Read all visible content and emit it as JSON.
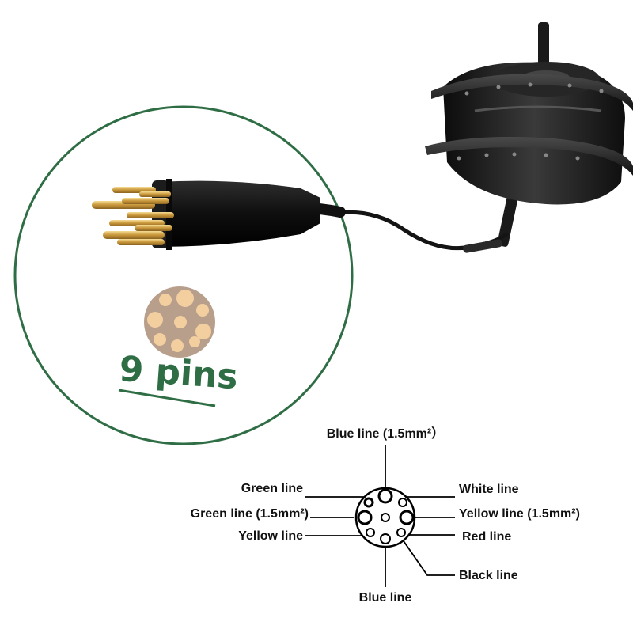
{
  "caption": {
    "text": "9 pins",
    "color": "#2f6e45"
  },
  "colors": {
    "circle_border": "#2f6e45",
    "pin_gold": "#d9b25a",
    "pin_face": "#f3cfa0",
    "pin_plate": "#b89f8c",
    "motor_body": "#1a1a1a",
    "cable": "#141414"
  },
  "icons": {
    "motor": "hub-motor-icon",
    "connector": "9-pin-connector-icon",
    "pin_face": "pin-face-icon"
  },
  "wiring": {
    "top": "Blue line (1.5mm²）",
    "left_1": "Green line",
    "left_2": "Green line (1.5mm²)",
    "left_3": "Yellow line",
    "right_1": "White line",
    "right_2": "Yellow line (1.5mm²)",
    "right_3": "Red line",
    "right_4": "Black line",
    "bottom": "Blue line"
  }
}
